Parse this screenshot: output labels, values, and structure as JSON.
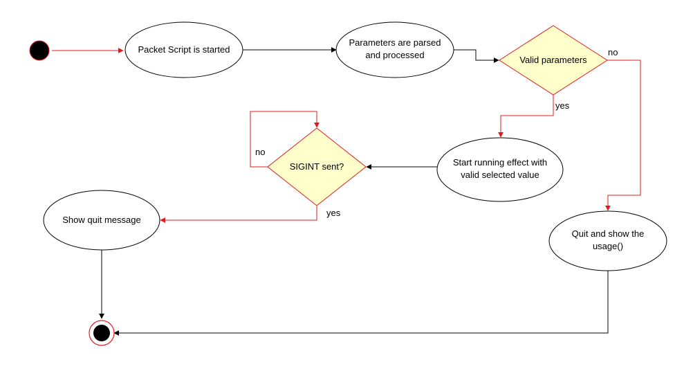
{
  "colors": {
    "edge_default": "#000000",
    "edge_highlight": "#e31a1c",
    "decision_fill": "#ffffcc",
    "decision_stroke": "#e31a1c",
    "initial_fill": "#000000",
    "final_ring": "#e31a1c"
  },
  "nodes": {
    "start": {
      "kind": "initial-state"
    },
    "packet_script_started": {
      "label": "Packet Script is started"
    },
    "parameters_parsed": {
      "line1": "Parameters are parsed",
      "line2": "and processed"
    },
    "valid_parameters": {
      "label": "Valid parameters",
      "kind": "decision"
    },
    "start_running_effect": {
      "line1": "Start running effect with",
      "line2": "valid selected value"
    },
    "sigint_sent": {
      "label": "SIGINT sent?",
      "kind": "decision"
    },
    "show_quit_message": {
      "label": "Show quit message"
    },
    "quit_show_usage": {
      "line1": "Quit and show the",
      "line2": "usage()"
    },
    "end": {
      "kind": "final-state"
    }
  },
  "edge_labels": {
    "valid_no": "no",
    "valid_yes": "yes",
    "sigint_no": "no",
    "sigint_yes": "yes"
  }
}
